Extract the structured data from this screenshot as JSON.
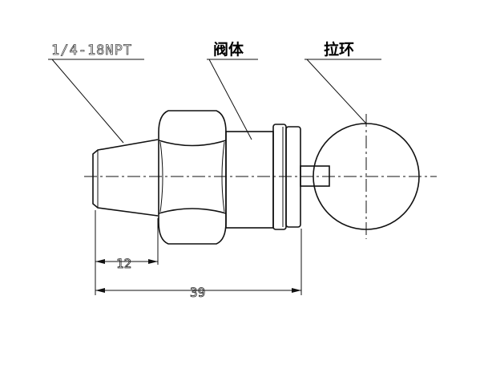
{
  "labels": {
    "thread": "1/4-18NPT",
    "valve_body": "阀体",
    "pull_ring": "拉环"
  },
  "dimensions": {
    "thread_length": "12",
    "overall_length": "39"
  }
}
